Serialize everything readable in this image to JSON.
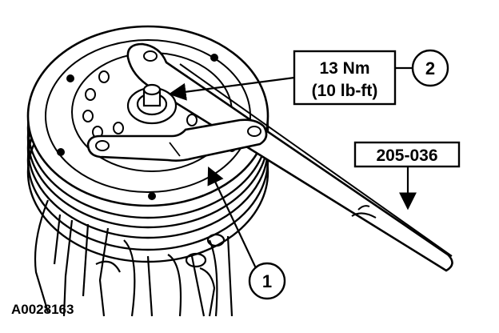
{
  "diagram": {
    "torque_value_nm": "13 Nm",
    "torque_value_lbft": "(10 lb-ft)",
    "callout_2": "2",
    "callout_1": "1",
    "tool_number": "205-036",
    "figure_id": "A0028163"
  }
}
